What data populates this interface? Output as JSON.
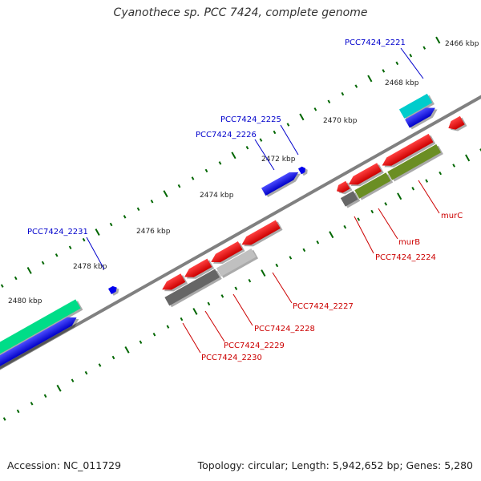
{
  "title": "Cyanothece sp. PCC 7424, complete genome",
  "footer": {
    "accession": "Accession: NC_011729",
    "summary": "Topology: circular; Length: 5,942,652 bp; Genes: 5,280"
  },
  "colors": {
    "backbone": "#808080",
    "forward_cds": "#0000ee",
    "reverse_cds": "#ee0000",
    "cyan_feature": "#00cccc",
    "green_feature": "#00dd88",
    "olive_feature": "#6b8e23",
    "gray_feature": "#666666",
    "light_gray_feature": "#c0c0c0",
    "tick": "#006600",
    "forward_label": "#0000cc",
    "reverse_label": "#cc0000"
  },
  "kbp_labels": [
    "2466 kbp",
    "2468 kbp",
    "2470 kbp",
    "2472 kbp",
    "2474 kbp",
    "2476 kbp",
    "2478 kbp",
    "2480 kbp"
  ],
  "forward_labels": [
    "PCC7424_2221",
    "PCC7424_2225",
    "PCC7424_2226",
    "PCC7424_2231"
  ],
  "reverse_labels": [
    "murC",
    "murB",
    "PCC7424_2224",
    "PCC7424_2227",
    "PCC7424_2228",
    "PCC7424_2229",
    "PCC7424_2230"
  ]
}
